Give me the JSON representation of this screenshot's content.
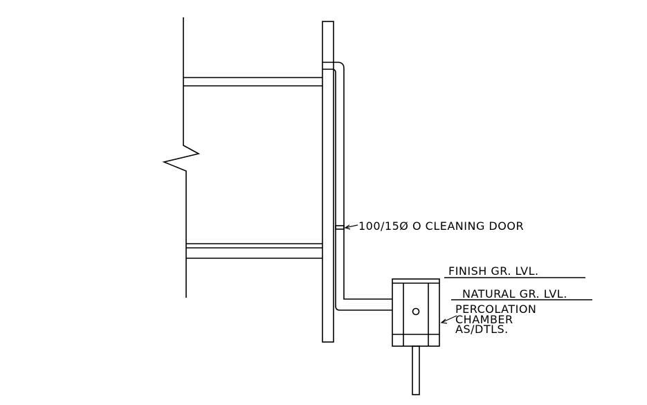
{
  "annotations": {
    "cleaning_door": "100/15Ø O CLEANING DOOR",
    "finish_ground_level": "FINISH GR. LVL.",
    "natural_ground_level": "NATURAL GR. LVL.",
    "percolation_line1": "PERCOLATION",
    "percolation_line2": "CHAMBER",
    "percolation_line3": "AS/DTLS."
  }
}
